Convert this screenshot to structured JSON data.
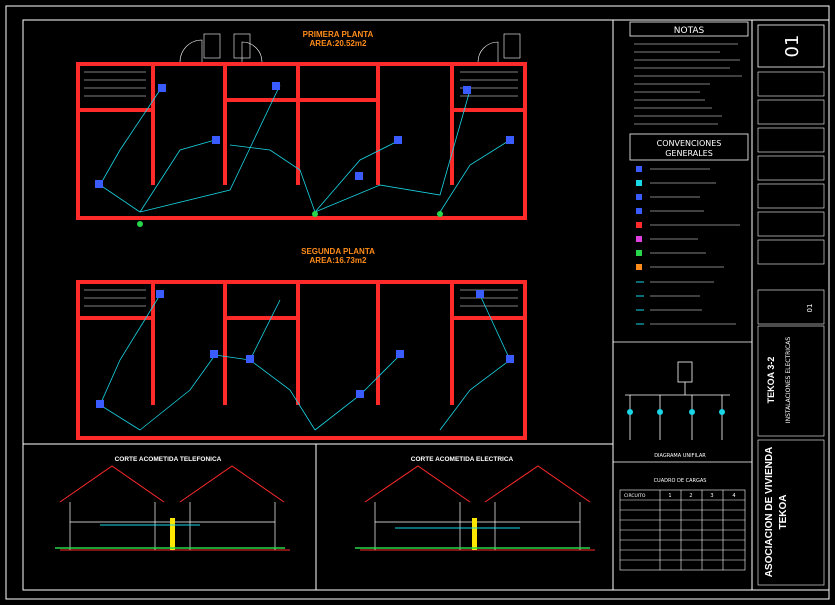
{
  "colors": {
    "background": "#000000",
    "frame": "#ffffff",
    "wall": "#ff2a2a",
    "wiring": "#19d7e6",
    "fixture": "#3a5cff",
    "label": "#ffffff",
    "heading": "#ff8c1a",
    "accent_yellow": "#ffe600",
    "accent_green": "#27d64b",
    "accent_magenta": "#e040e0"
  },
  "plans": {
    "first_floor": {
      "title": "PRIMERA PLANTA",
      "area": "AREA:20.52m2"
    },
    "second_floor": {
      "title": "SEGUNDA PLANTA",
      "area": "AREA:16.73m2"
    }
  },
  "sections": {
    "telefonica": "CORTE ACOMETIDA TELEFONICA",
    "electrica": "CORTE ACOMETIDA ELECTRICA"
  },
  "notes": {
    "title": "NOTAS",
    "conventions_title_1": "CONVENCIONES",
    "conventions_title_2": "GENERALES"
  },
  "tables": {
    "cuadro_title": "CUADRO DE CARGAS",
    "header": "CIRCUITO",
    "cols": [
      "1",
      "2",
      "3",
      "4"
    ]
  },
  "diagram": {
    "caption": "DIAGRAMA UNIFILAR"
  },
  "title_block": {
    "sheet_number": "01",
    "sheet_number_small": "01",
    "project_code": "TEKOA 3-2",
    "sheet_title": "INSTALACIONES ELECTRICAS",
    "association": "ASOCIACION DE VIVIENDA",
    "association_name": "TEKOA"
  }
}
